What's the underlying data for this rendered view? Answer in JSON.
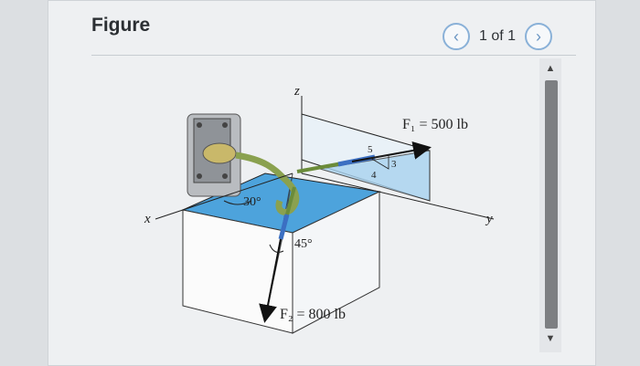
{
  "header": {
    "title": "Figure"
  },
  "pager": {
    "prev_icon": "chevron-left-icon",
    "next_icon": "chevron-right-icon",
    "page_text": "1 of 1",
    "accent": "#6a95c2"
  },
  "figure": {
    "axis_z": "z",
    "axis_x": "x",
    "axis_y": "y",
    "angle_30": "30°",
    "angle_45": "45°",
    "force_1": "F₁ = 500 lb",
    "force_2": "F₂ = 800 lb",
    "slope_5": "5",
    "slope_4": "4",
    "slope_3": "3"
  }
}
